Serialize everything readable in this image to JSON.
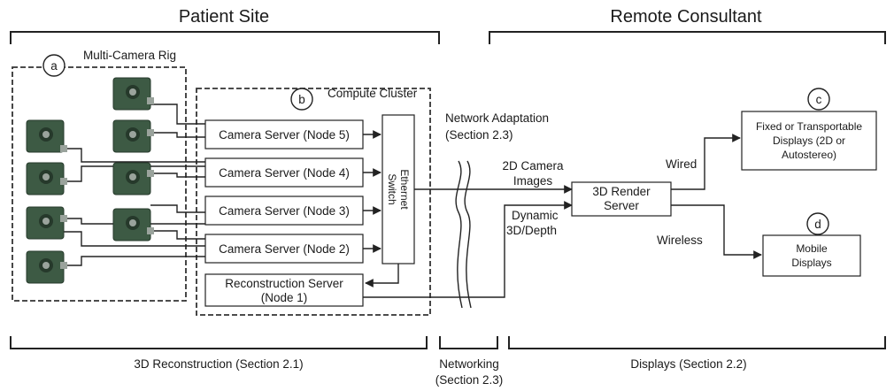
{
  "headers": {
    "patient_site": "Patient Site",
    "remote_consultant": "Remote Consultant"
  },
  "groups": {
    "rig": {
      "badge": "a",
      "label": "Multi-Camera Rig"
    },
    "cluster": {
      "badge": "b",
      "label": "Compute Cluster"
    }
  },
  "servers": {
    "node5": "Camera Server (Node 5)",
    "node4": "Camera Server (Node 4)",
    "node3": "Camera Server (Node 3)",
    "node2": "Camera Server (Node 2)",
    "recon_line1": "Reconstruction Server",
    "recon_line2": "(Node 1)"
  },
  "switch": {
    "line1": "Ethernet",
    "line2": "Switch"
  },
  "network": {
    "adapt_line1": "Network Adaptation",
    "adapt_line2": "(Section 2.3)",
    "images_line1": "2D Camera",
    "images_line2": "Images",
    "depth_line1": "Dynamic",
    "depth_line2": "3D/Depth"
  },
  "render": {
    "line1": "3D Render",
    "line2": "Server"
  },
  "displays": {
    "fixed": {
      "badge": "c",
      "line1": "Fixed or Transportable",
      "line2": "Displays (2D or",
      "line3": "Autostereo)"
    },
    "mobile": {
      "badge": "d",
      "line1": "Mobile",
      "line2": "Displays"
    },
    "wired": "Wired",
    "wireless": "Wireless"
  },
  "footer": {
    "recon": "3D Reconstruction (Section 2.1)",
    "net_line1": "Networking",
    "net_line2": "(Section 2.3)",
    "displays": "Displays (Section 2.2)"
  },
  "colors": {
    "camera_board": "#3d5a44",
    "camera_board_dark": "#26392b",
    "lens": "#9aa39c"
  }
}
